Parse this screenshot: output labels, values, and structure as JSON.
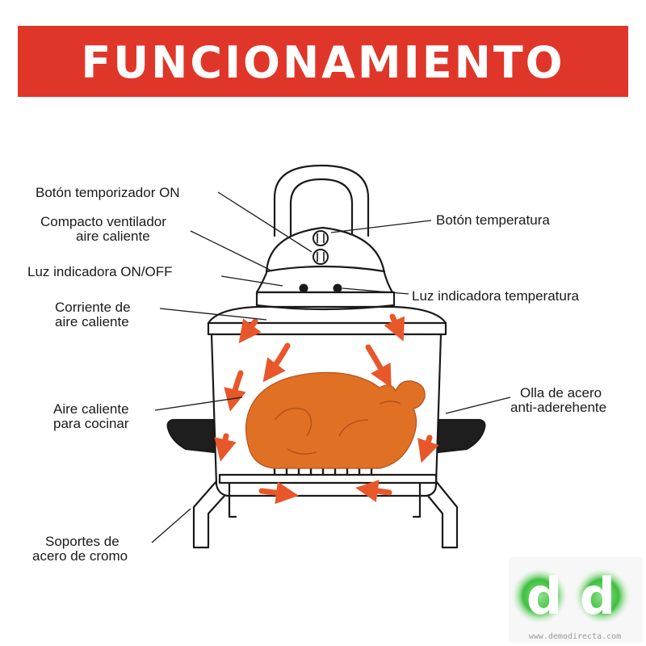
{
  "header": {
    "title": "FUNCIONAMIENTO",
    "banner_color": "#e0362a"
  },
  "labels": {
    "timer_button": "Botón temporizador ON",
    "fan_line1": "Compacto ventilador",
    "fan_line2": "aire caliente",
    "power_light": "Luz indicadora ON/OFF",
    "air_stream_line1": "Corriente de",
    "air_stream_line2": "aire caliente",
    "cooking_air_line1": "Aire caliente",
    "cooking_air_line2": "para cocinar",
    "stands_line1": "Soportes de",
    "stands_line2": "acero de cromo",
    "temp_button": "Botón temperatura",
    "temp_light": "Luz indicadora temperatura",
    "pot_line1": "Olla de acero",
    "pot_line2": "anti-aderehente"
  },
  "watermark": {
    "logo_letters": "d d",
    "site": "www.demodirecta.com",
    "logo_color": "#3fbf3f"
  },
  "colors": {
    "line": "#1a1a1a",
    "arrow": "#e8572a",
    "food": "#e07024",
    "handle": "#1e1e1e"
  },
  "icons": {
    "knob": "knob-icon",
    "light": "indicator-light-icon",
    "arrow": "hot-air-arrow-icon",
    "food": "roast-chicken-icon"
  }
}
